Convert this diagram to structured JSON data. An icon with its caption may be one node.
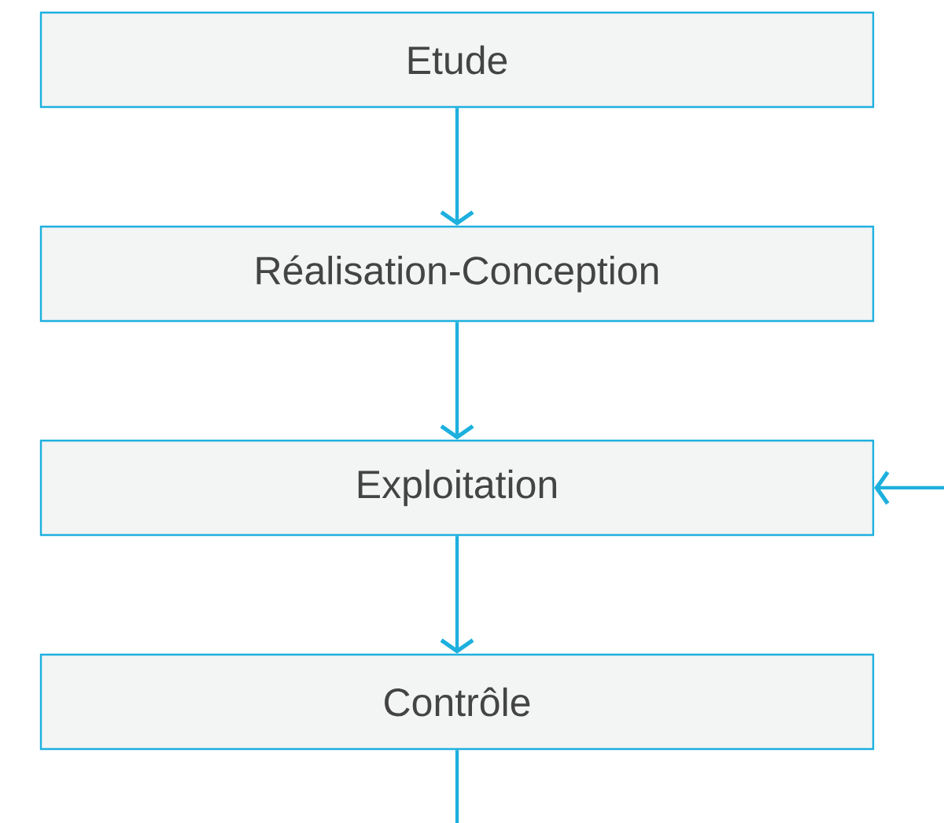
{
  "diagram": {
    "nodes": [
      {
        "text": [
          "Etude"
        ]
      },
      {
        "text": [
          "Réalisation-Conception"
        ]
      },
      {
        "text": [
          "Exploitation"
        ]
      },
      {
        "text": [
          "Contrôle"
        ]
      }
    ],
    "edges": [
      {
        "from": 0,
        "to": 1,
        "arrow": "to"
      },
      {
        "from": 1,
        "to": 2,
        "arrow": "to"
      },
      {
        "from": 2,
        "to": 3,
        "arrow": "to"
      },
      {
        "from": null,
        "to": 2,
        "arrow": "to"
      },
      {
        "from": 3,
        "to": null,
        "arrow": "none"
      }
    ]
  }
}
